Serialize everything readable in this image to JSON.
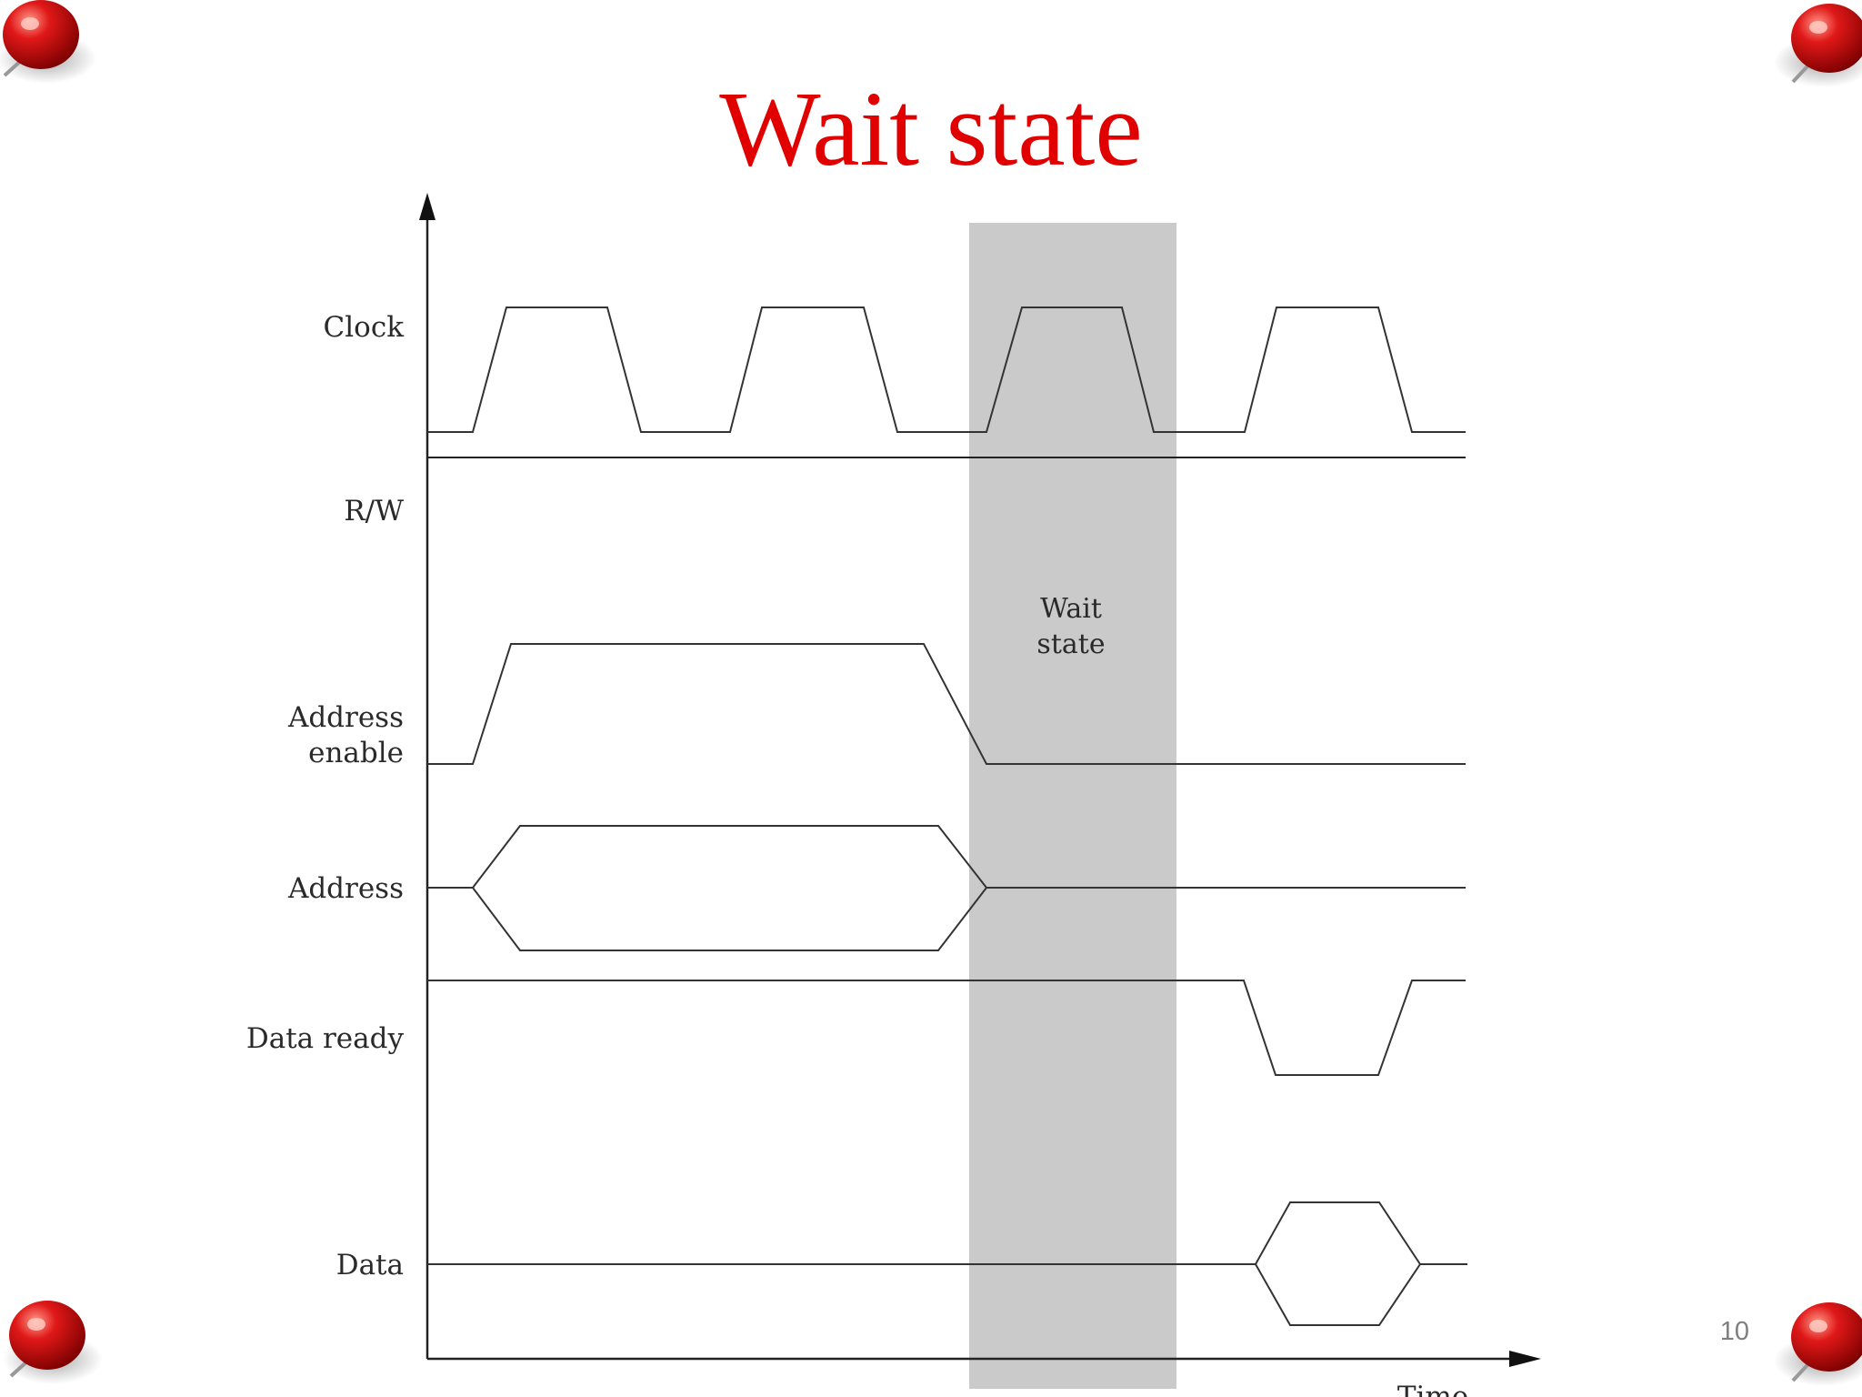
{
  "slide": {
    "title": "Wait state",
    "title_color": "#e00000",
    "page_number": "10",
    "pin_icon": "red-pushpin-icon"
  },
  "diagram": {
    "signals": [
      {
        "id": "clock",
        "lines": [
          "Clock"
        ]
      },
      {
        "id": "rw",
        "lines": [
          "R/W"
        ]
      },
      {
        "id": "address-enable",
        "lines": [
          "Address",
          "enable"
        ]
      },
      {
        "id": "address",
        "lines": [
          "Address"
        ]
      },
      {
        "id": "data-ready",
        "lines": [
          "Data ready"
        ]
      },
      {
        "id": "data",
        "lines": [
          "Data"
        ]
      }
    ],
    "wait_state_label": [
      "Wait",
      "state"
    ],
    "time_axis_label": "Time",
    "wait_band_color": "#cacacb",
    "line_color": "#333333"
  }
}
